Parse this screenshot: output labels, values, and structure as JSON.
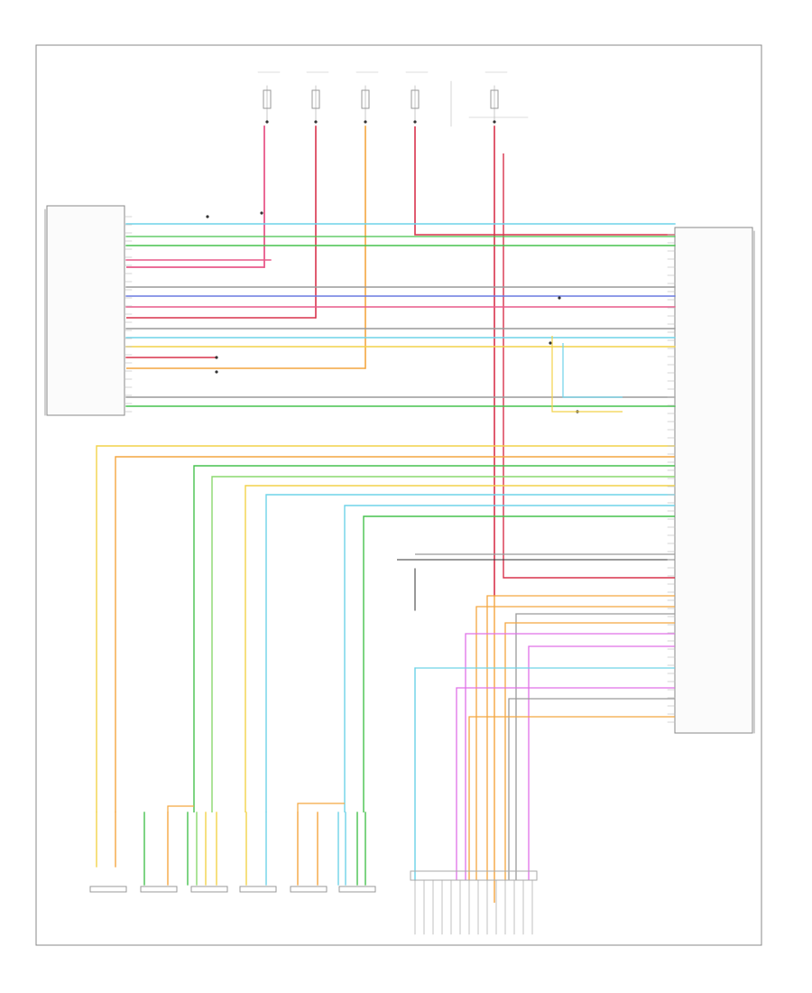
{
  "diagram": {
    "colors": {
      "red": "#d9334c",
      "pink": "#e85a8a",
      "orange": "#f4a640",
      "yellow": "#f2d24a",
      "green": "#46c24e",
      "lightgreen": "#8ad96e",
      "cyan": "#6fd3e8",
      "blue": "#6a7ae0",
      "violet": "#e070e8",
      "gray": "#9a9a9a",
      "black": "#333333",
      "frame": "#888888"
    },
    "modules": [
      {
        "id": "left-module",
        "name": "left-module-box"
      },
      {
        "id": "right-module",
        "name": "right-module-box"
      }
    ],
    "speakers_count": 6,
    "connector_pins_count": 7
  }
}
